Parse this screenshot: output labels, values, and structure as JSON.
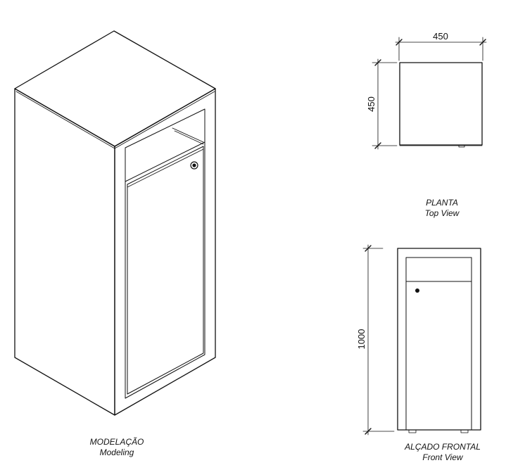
{
  "views": {
    "modeling": {
      "title": "MODELAÇÃO",
      "subtitle": "Modeling"
    },
    "top": {
      "title": "PLANTA",
      "subtitle": "Top View"
    },
    "front": {
      "title": "ALÇADO FRONTAL",
      "subtitle": "Front View"
    }
  },
  "dimensions": {
    "top_width": "450",
    "top_depth": "450",
    "front_height": "1000"
  }
}
